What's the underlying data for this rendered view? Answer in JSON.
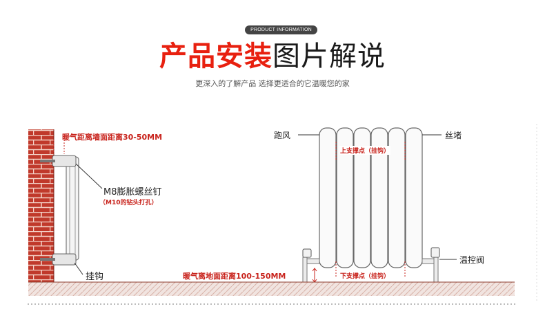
{
  "header": {
    "badge": "PRODUCT INFORMATION",
    "title_red": "产品安装",
    "title_dark": "图片解说",
    "subtitle": "更深入的了解产品 选择更适合的它温暖您的家"
  },
  "left_diagram": {
    "wall_distance": "暖气距离墙面距离30-50MM",
    "bolt_label": "M8膨胀螺丝钉",
    "bolt_note": "（M10的钻头打孔）",
    "hook_label": "挂钩"
  },
  "right_diagram": {
    "vent_label": "跑风",
    "plug_label": "丝堵",
    "upper_support": "上支撑点（挂钩）",
    "lower_support": "下支撑点（挂钩）",
    "floor_distance": "暖气离地面距离100-150MM",
    "valve_label": "温控阀"
  },
  "colors": {
    "accent_red": "#e8200f",
    "brick": "#c0392b",
    "floor": "#d9a89b"
  }
}
